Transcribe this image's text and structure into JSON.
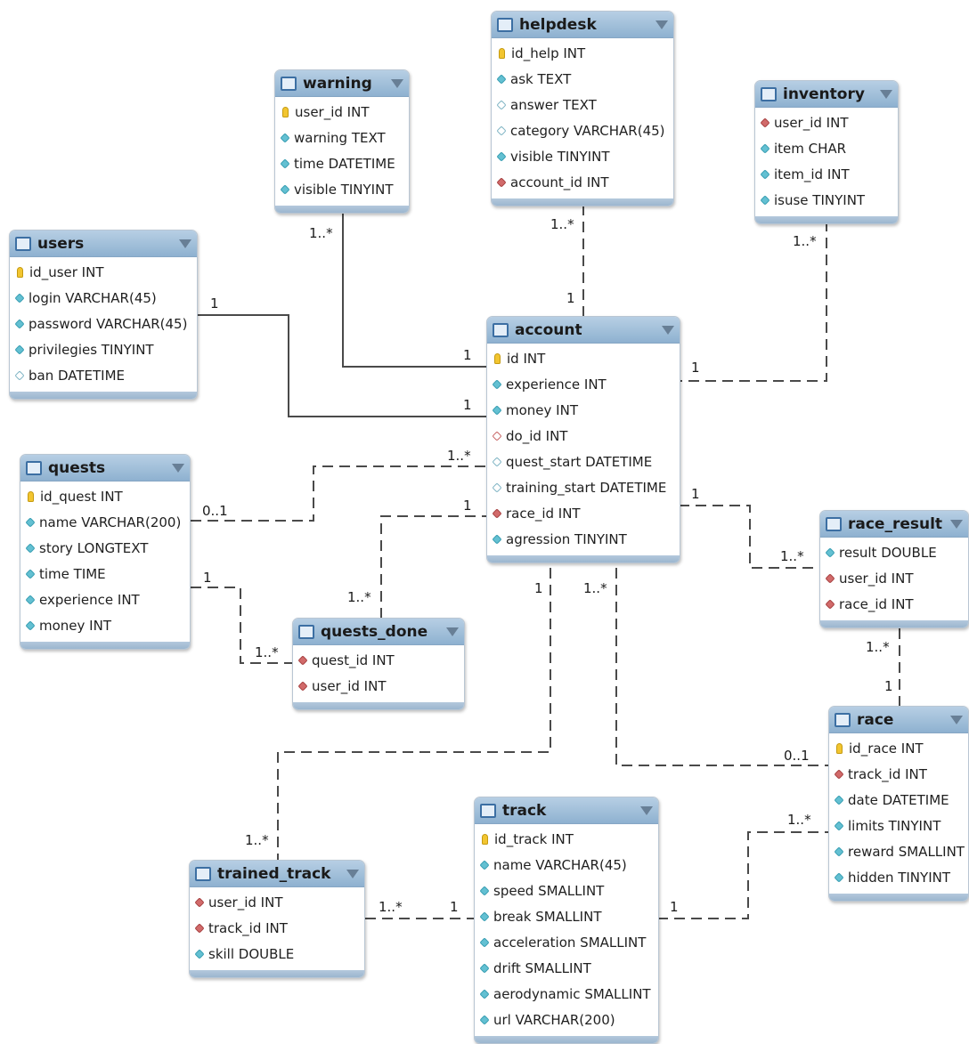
{
  "tables": {
    "warning": {
      "name": "warning",
      "columns": [
        {
          "label": "user_id INT",
          "kind": "pk"
        },
        {
          "label": "warning TEXT",
          "kind": "col"
        },
        {
          "label": "time DATETIME",
          "kind": "col"
        },
        {
          "label": "visible TINYINT",
          "kind": "col"
        }
      ]
    },
    "helpdesk": {
      "name": "helpdesk",
      "columns": [
        {
          "label": "id_help INT",
          "kind": "pk"
        },
        {
          "label": "ask TEXT",
          "kind": "col"
        },
        {
          "label": "answer TEXT",
          "kind": "null"
        },
        {
          "label": "category VARCHAR(45)",
          "kind": "null"
        },
        {
          "label": "visible TINYINT",
          "kind": "col"
        },
        {
          "label": "account_id INT",
          "kind": "fk"
        }
      ]
    },
    "inventory": {
      "name": "inventory",
      "columns": [
        {
          "label": "user_id INT",
          "kind": "fk"
        },
        {
          "label": "item CHAR",
          "kind": "col"
        },
        {
          "label": "item_id INT",
          "kind": "col"
        },
        {
          "label": "isuse TINYINT",
          "kind": "col"
        }
      ]
    },
    "users": {
      "name": "users",
      "columns": [
        {
          "label": "id_user INT",
          "kind": "pk"
        },
        {
          "label": "login VARCHAR(45)",
          "kind": "col"
        },
        {
          "label": "password VARCHAR(45)",
          "kind": "col"
        },
        {
          "label": "privilegies TINYINT",
          "kind": "col"
        },
        {
          "label": "ban DATETIME",
          "kind": "null"
        }
      ]
    },
    "account": {
      "name": "account",
      "columns": [
        {
          "label": "id INT",
          "kind": "pk"
        },
        {
          "label": "experience INT",
          "kind": "col"
        },
        {
          "label": "money INT",
          "kind": "col"
        },
        {
          "label": "do_id INT",
          "kind": "fknull"
        },
        {
          "label": "quest_start DATETIME",
          "kind": "null"
        },
        {
          "label": "training_start DATETIME",
          "kind": "null"
        },
        {
          "label": "race_id INT",
          "kind": "fk"
        },
        {
          "label": "agression TINYINT",
          "kind": "col"
        }
      ]
    },
    "quests": {
      "name": "quests",
      "columns": [
        {
          "label": "id_quest INT",
          "kind": "pk"
        },
        {
          "label": "name VARCHAR(200)",
          "kind": "col"
        },
        {
          "label": "story LONGTEXT",
          "kind": "col"
        },
        {
          "label": "time TIME",
          "kind": "col"
        },
        {
          "label": "experience INT",
          "kind": "col"
        },
        {
          "label": "money INT",
          "kind": "col"
        }
      ]
    },
    "quests_done": {
      "name": "quests_done",
      "columns": [
        {
          "label": "quest_id INT",
          "kind": "fk"
        },
        {
          "label": "user_id INT",
          "kind": "fk"
        }
      ]
    },
    "race_result": {
      "name": "race_result",
      "columns": [
        {
          "label": "result DOUBLE",
          "kind": "col"
        },
        {
          "label": "user_id INT",
          "kind": "fk"
        },
        {
          "label": "race_id INT",
          "kind": "fk"
        }
      ]
    },
    "race": {
      "name": "race",
      "columns": [
        {
          "label": "id_race INT",
          "kind": "pk"
        },
        {
          "label": "track_id INT",
          "kind": "fk"
        },
        {
          "label": "date DATETIME",
          "kind": "col"
        },
        {
          "label": "limits TINYINT",
          "kind": "col"
        },
        {
          "label": "reward SMALLINT",
          "kind": "col"
        },
        {
          "label": "hidden TINYINT",
          "kind": "col"
        }
      ]
    },
    "track": {
      "name": "track",
      "columns": [
        {
          "label": "id_track INT",
          "kind": "pk"
        },
        {
          "label": "name VARCHAR(45)",
          "kind": "col"
        },
        {
          "label": "speed SMALLINT",
          "kind": "col"
        },
        {
          "label": "break SMALLINT",
          "kind": "col"
        },
        {
          "label": "acceleration SMALLINT",
          "kind": "col"
        },
        {
          "label": "drift SMALLINT",
          "kind": "col"
        },
        {
          "label": "aerodynamic SMALLINT",
          "kind": "col"
        },
        {
          "label": "url VARCHAR(200)",
          "kind": "col"
        }
      ]
    },
    "trained_track": {
      "name": "trained_track",
      "columns": [
        {
          "label": "user_id INT",
          "kind": "fk"
        },
        {
          "label": "track_id INT",
          "kind": "fk"
        },
        {
          "label": "skill DOUBLE",
          "kind": "col"
        }
      ]
    }
  },
  "cardinalities": {
    "warning_many": "1..*",
    "warning_account_one": "1",
    "helpdesk_many": "1..*",
    "helpdesk_account_one": "1",
    "inventory_many": "1..*",
    "inventory_account_one": "1",
    "users_one": "1",
    "users_account_one": "1",
    "quests_zero_one": "0..1",
    "quests_account_many": "1..*",
    "quests_done_account_one": "1",
    "quests_done_many_top": "1..*",
    "quests_one": "1",
    "quests_done_many_left": "1..*",
    "race_result_account_one": "1",
    "race_result_many": "1..*",
    "race_result_race_many": "1..*",
    "race_one_top": "1",
    "account_bottom_one": "1",
    "account_bottom_many": "1..*",
    "race_zero_one": "0..1",
    "trained_track_many_top": "1..*",
    "trained_track_many_right": "1..*",
    "track_one_left": "1",
    "track_one_right": "1",
    "race_many_left": "1..*"
  }
}
